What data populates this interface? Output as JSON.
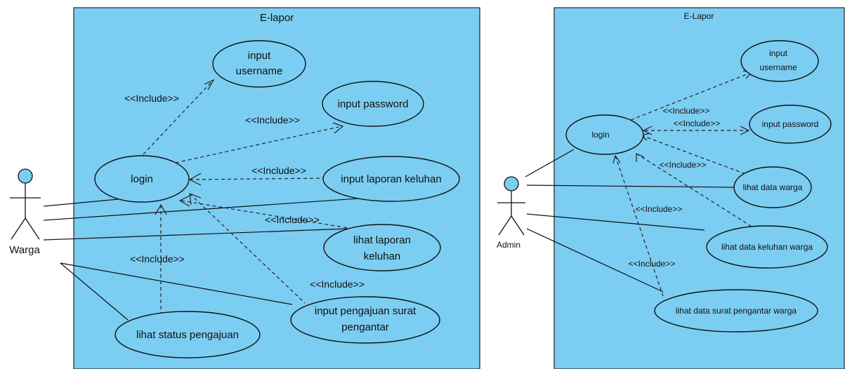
{
  "left": {
    "system_title": "E-lapor",
    "actor": "Warga",
    "usecases": {
      "input_username": [
        "input",
        "username"
      ],
      "input_password": "input password",
      "login": "login",
      "input_laporan_keluhan": "input laporan keluhan",
      "lihat_laporan_keluhan": [
        "lihat laporan",
        "keluhan"
      ],
      "input_pengajuan_surat": [
        "input pengajuan surat",
        "pengantar"
      ],
      "lihat_status_pengajuan": "lihat status pengajuan"
    },
    "include_label": "<<Include>>"
  },
  "right": {
    "system_title": "E-Lapor",
    "actor": "Admin",
    "usecases": {
      "input_username": [
        "input",
        "username"
      ],
      "input_password": "input password",
      "login": "login",
      "lihat_data_warga": "lihat data warga",
      "lihat_data_keluhan": "lihat data keluhan warga",
      "lihat_data_surat": "lihat data surat pengantar warga"
    },
    "include_label": "<<Include>>"
  }
}
